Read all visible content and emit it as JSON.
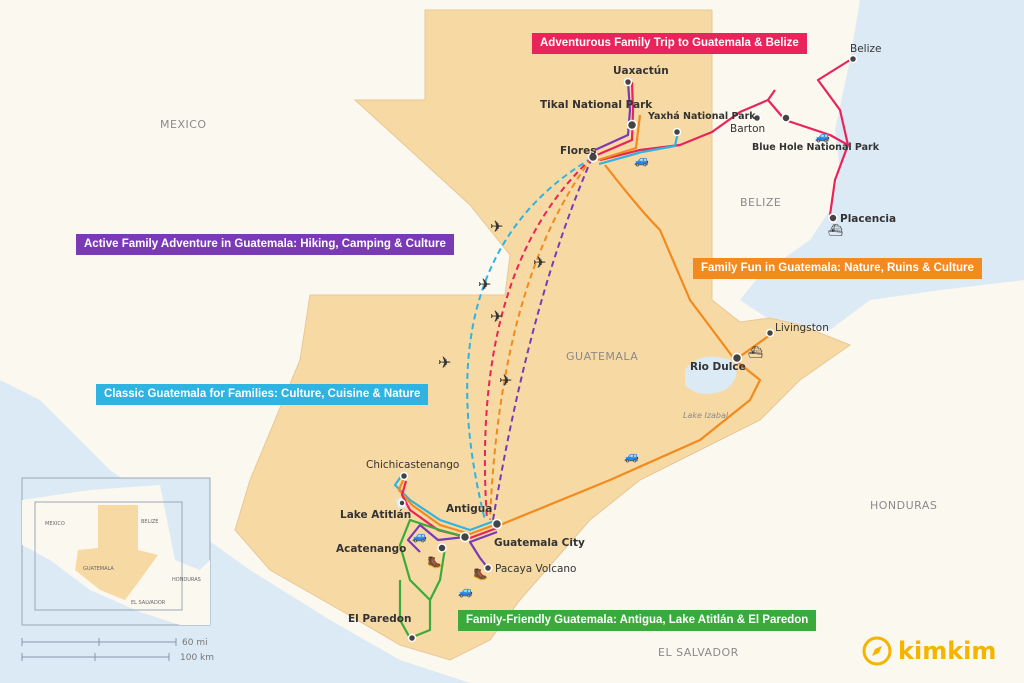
{
  "countries": {
    "mexico": "MEXICO",
    "belize": "BELIZE",
    "guatemala": "GUATEMALA",
    "honduras": "HONDURAS",
    "el_salvador": "EL SALVADOR"
  },
  "water_labels": {
    "lake_izabal": "Lake Izabal"
  },
  "cities": {
    "uaxactun": "Uaxactún",
    "tikal": "Tikal National Park",
    "yaxha": "Yaxhá National Park",
    "flores": "Flores",
    "barton": "Barton",
    "blue_hole": "Blue Hole National Park",
    "belize": "Belize",
    "placencia": "Placencia",
    "livingston": "Livingston",
    "rio_dulce": "Rio Dulce",
    "chichicastenango": "Chichicastenango",
    "lake_atitlan": "Lake Atitlán",
    "antigua": "Antigua",
    "acatenango": "Acatenango",
    "guatemala_city": "Guatemala City",
    "pacaya": "Pacaya Volcano",
    "el_paredon": "El Paredon"
  },
  "routes": [
    {
      "name": "Adventurous Family Trip to Guatemala & Belize",
      "color": "#e8245a"
    },
    {
      "name": "Active Family Adventure in Guatemala: Hiking, Camping & Culture",
      "color": "#7b3ab5"
    },
    {
      "name": "Family Fun in Guatemala: Nature, Ruins & Culture",
      "color": "#f28a1e"
    },
    {
      "name": "Classic Guatemala for Families: Culture, Cuisine & Nature",
      "color": "#2fb3e0"
    },
    {
      "name": "Family-Friendly Guatemala: Antigua, Lake Atitlán & El Paredon",
      "color": "#3aaa3a"
    }
  ],
  "inset": {
    "mexico": "MEXICO",
    "belize": "BELIZE",
    "guatemala": "GUATEMALA",
    "honduras": "HONDURAS",
    "el_salvador": "EL SALVADOR"
  },
  "scale": {
    "miles": "60 mi",
    "km": "100 km"
  },
  "brand": {
    "name": "kimkim",
    "color": "#f4b400"
  },
  "colors": {
    "land": "#fbf8f0",
    "guatemala": "#f7d9a4",
    "water": "#dceaf6"
  }
}
